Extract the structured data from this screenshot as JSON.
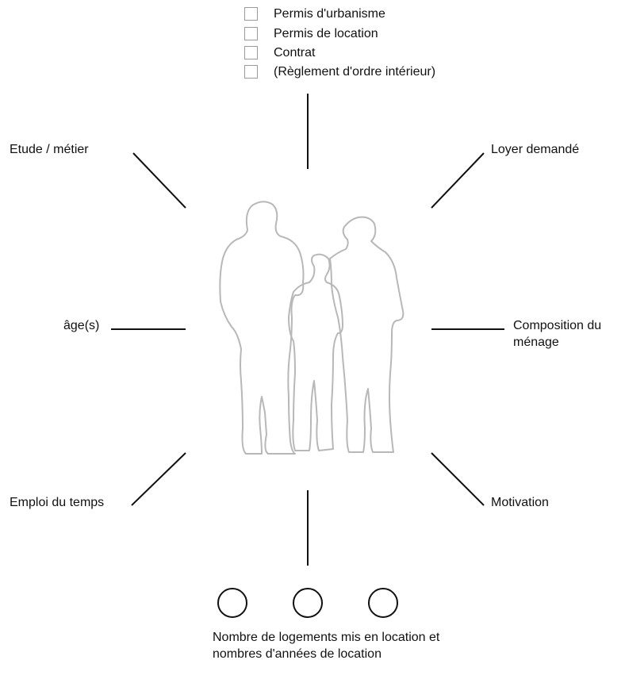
{
  "checklist": [
    {
      "label": "Permis d'urbanisme",
      "checked": false
    },
    {
      "label": "Permis de location",
      "checked": false
    },
    {
      "label": "Contrat",
      "checked": false
    },
    {
      "label": "(Règlement d'ordre intérieur)",
      "checked": false
    }
  ],
  "labels": {
    "etude": "Etude / métier",
    "loyer": "Loyer demandé",
    "ages": "âge(s)",
    "composition": "Composition du ménage",
    "emploi": "Emploi du temps",
    "motivation": "Motivation",
    "logements": "Nombre de logements mis en location et nombres d'années de location"
  },
  "colors": {
    "line": "#111111",
    "silhouette_outline": "#b8b8b8",
    "checkbox_border": "#9a9a9a"
  },
  "icons": {
    "center": "family-silhouette-icon",
    "checkbox": "checkbox-icon",
    "circle": "circle-icon"
  }
}
